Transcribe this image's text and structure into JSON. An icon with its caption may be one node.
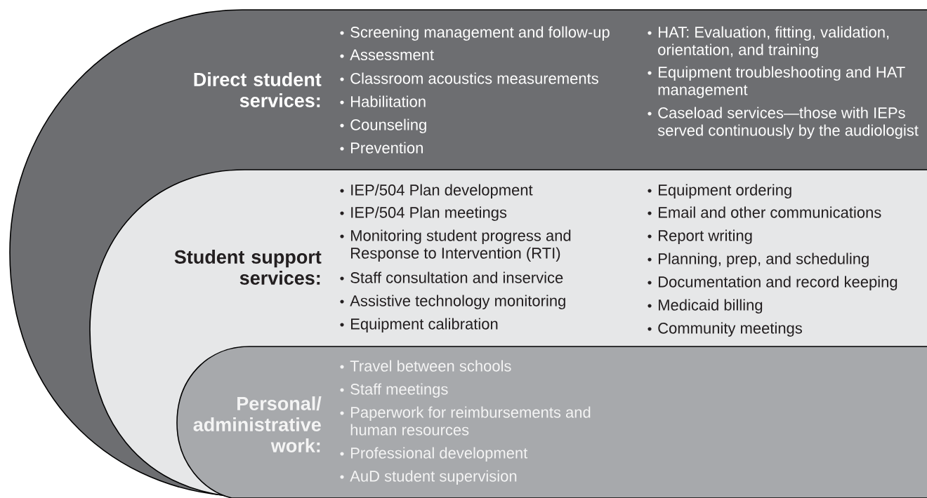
{
  "diagram": {
    "nodes": [
      {
        "text": [
          "Direct student services:",
          "Screening management and follow-up",
          "Assessment",
          "Classroom acoustics measurements",
          "Habilitation",
          "Counseling",
          "Prevention",
          "HAT: Evaluation, fitting, validation, orientation, and training",
          "Equipment troubleshooting and HAT management",
          "Caseload services—those with IEPs served continuously by the audiologist"
        ]
      },
      {
        "text": [
          "Student support services:",
          "IEP/504 Plan development",
          "IEP/504 Plan meetings",
          "Monitoring student progress and Response to Intervention (RTI)",
          "Staff consultation and inservice",
          "Assistive technology monitoring",
          "Equipment calibration",
          "Equipment ordering",
          "Email and other communications",
          "Report writing",
          "Planning, prep, and scheduling",
          "Documentation and record keeping",
          "Medicaid billing",
          "Community meetings"
        ],
        "in": 0
      },
      {
        "text": [
          "Personal/ administrative work:",
          "Travel between schools",
          "Staff meetings",
          "Paperwork for reimbursements and human resources",
          "Professional development",
          "AuD student supervision"
        ],
        "in": 1
      }
    ]
  }
}
